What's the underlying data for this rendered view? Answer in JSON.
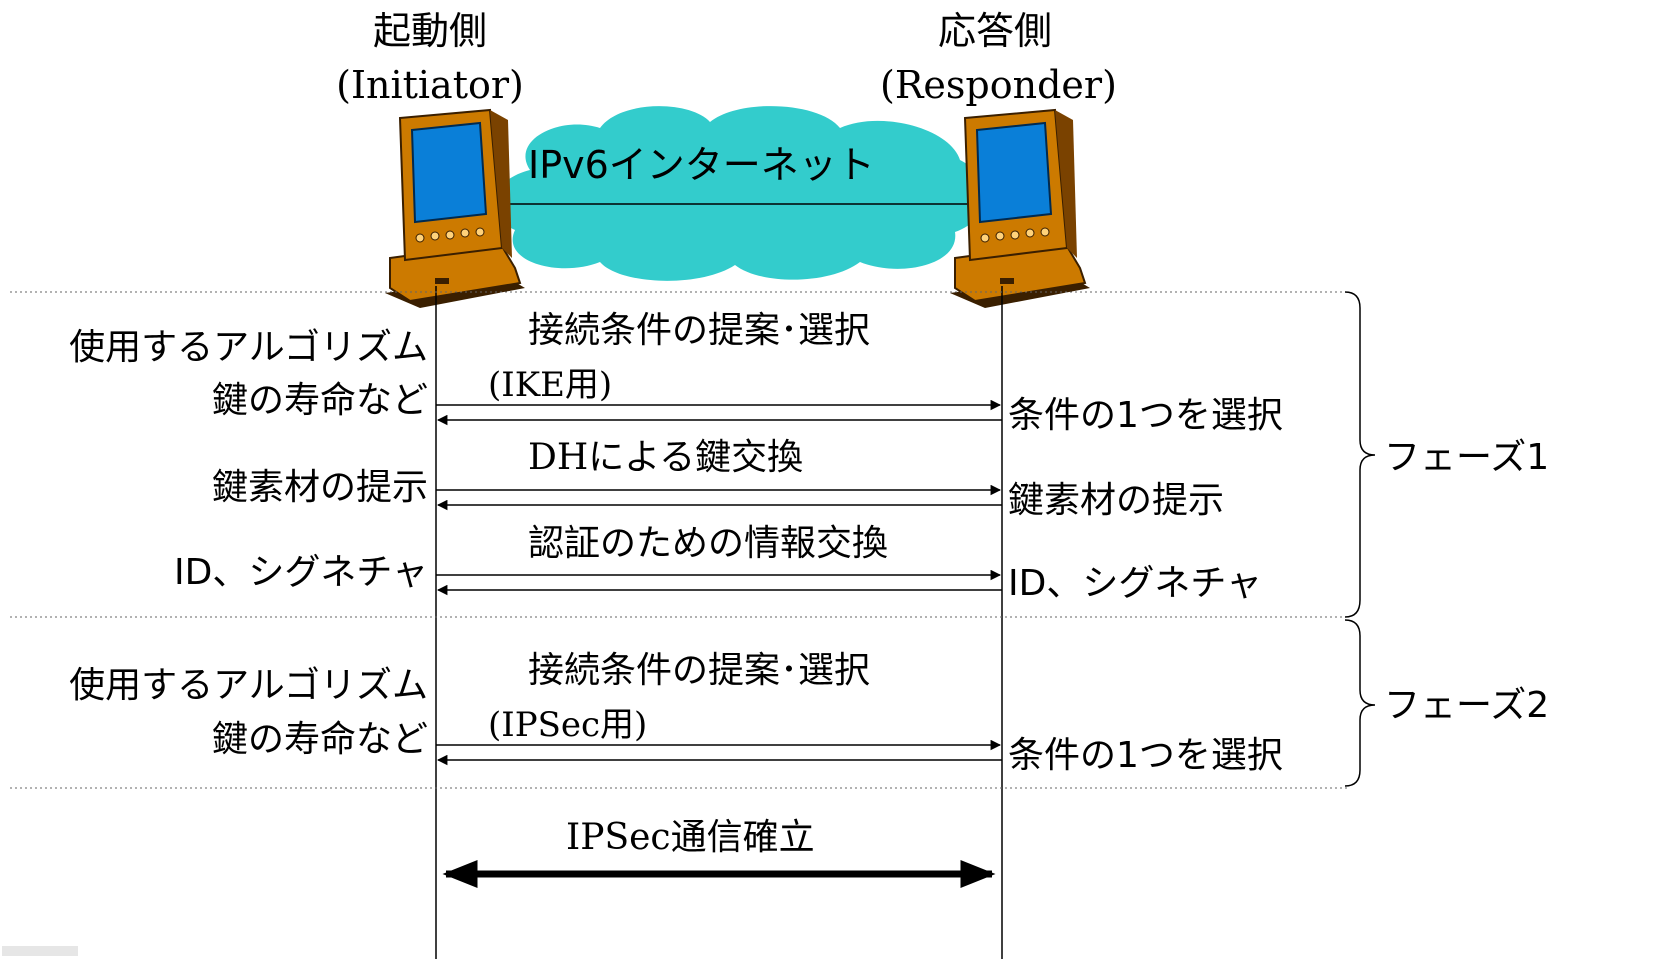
{
  "initiator": {
    "title": "起動側",
    "subtitle": "(Initiator)"
  },
  "responder": {
    "title": "応答側",
    "subtitle": "(Responder)"
  },
  "network": {
    "label": "IPv6インターネット",
    "icon": "cloud-icon"
  },
  "device_icon": "pda-icon",
  "steps": [
    {
      "center_line1": "接続条件の提案･選択",
      "center_line2": "(IKE用)",
      "left_line1": "使用するアルゴリズム",
      "left_line2": "鍵の寿命など",
      "right": "条件の1つを選択"
    },
    {
      "center_line1": "DHによる鍵交換",
      "left_line1": "鍵素材の提示",
      "right": "鍵素材の提示"
    },
    {
      "center_line1": "認証のための情報交換",
      "left_line1": "ID、シグネチャ",
      "right": "ID、シグネチャ"
    },
    {
      "center_line1": "接続条件の提案･選択",
      "center_line2": "(IPSec用)",
      "left_line1": "使用するアルゴリズム",
      "left_line2": "鍵の寿命など",
      "right": "条件の1つを選択"
    }
  ],
  "phases": [
    {
      "label": "フェーズ1"
    },
    {
      "label": "フェーズ2"
    }
  ],
  "final": {
    "label": "IPSec通信確立"
  },
  "colors": {
    "cloud": "#33CCCC",
    "device_body": "#CC7A00",
    "device_dark": "#3A1F00",
    "screen": "#0A7FD8",
    "line": "#000000"
  }
}
